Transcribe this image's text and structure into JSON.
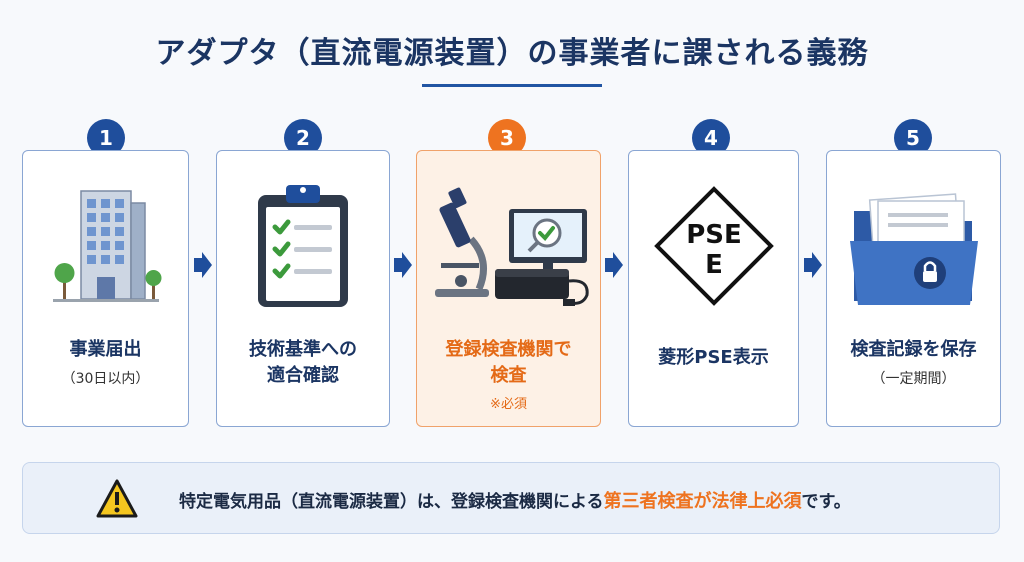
{
  "title": "アダプタ（直流電源装置）の事業者に課される義務",
  "steps": [
    {
      "number": "1",
      "title": "事業届出",
      "title2": "",
      "sub": "（30日以内）",
      "icon": "office-building-icon"
    },
    {
      "number": "2",
      "title": "技術基準への",
      "title2": "適合確認",
      "sub": "",
      "icon": "checklist-clipboard-icon"
    },
    {
      "number": "3",
      "title": "登録検査機関で",
      "title2": "検査",
      "sub": "※必須",
      "icon": "microscope-inspection-icon"
    },
    {
      "number": "4",
      "title": "菱形PSE表示",
      "title2": "",
      "sub": "",
      "icon": "pse-diamond-mark-icon"
    },
    {
      "number": "5",
      "title": "検査記録を保存",
      "title2": "",
      "sub": "（一定期間）",
      "icon": "locked-folder-icon"
    }
  ],
  "pse_mark": {
    "line1": "PSE",
    "line2": "E"
  },
  "notice": {
    "text_before": "特定電気用品（直流電源装置）は、登録検査機関による",
    "text_emphasis": "第三者検査が法律上必須",
    "text_after": "です。",
    "icon": "warning-icon"
  },
  "colors": {
    "primary": "#1f4e9c",
    "accent": "#ee7320",
    "dark_text": "#1b3563"
  }
}
